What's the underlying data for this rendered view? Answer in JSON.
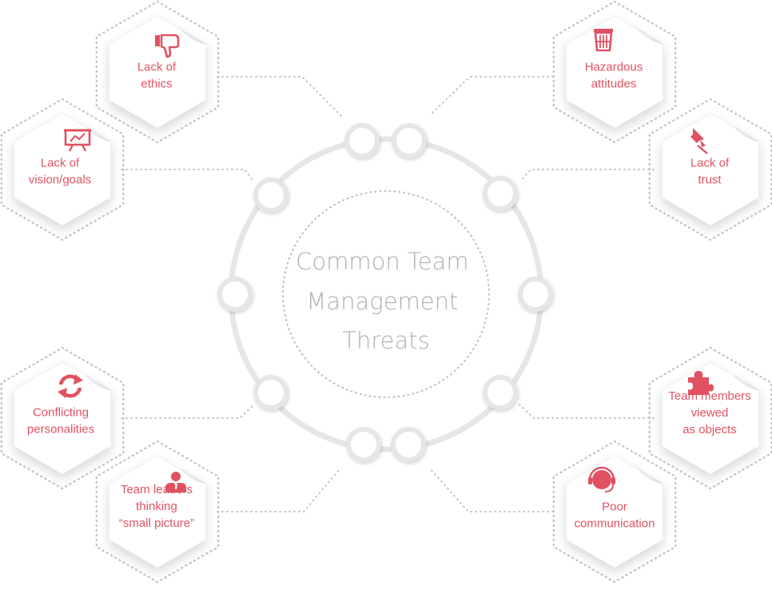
{
  "diagram": {
    "title_lines": [
      "Common Team",
      "Management",
      "Threats"
    ],
    "colors": {
      "accent": "#e05262",
      "ring": "#e6e6e6",
      "dots": "#c4c4c4",
      "title": "#b0b0b0",
      "hex_fill": "#ffffff"
    },
    "threats": [
      {
        "lines": [
          "Lack of",
          "ethics"
        ],
        "icon": "thumbs-down-icon"
      },
      {
        "lines": [
          "Lack of",
          "vision/goals"
        ],
        "icon": "presentation-board-icon"
      },
      {
        "lines": [
          "Conflicting",
          "personalities"
        ],
        "icon": "refresh-arrows-icon"
      },
      {
        "lines": [
          "Team leaders",
          "thinking",
          "“small picture”"
        ],
        "icon": "person-icon"
      },
      {
        "lines": [
          "Hazardous",
          "attitudes"
        ],
        "icon": "trash-bin-icon"
      },
      {
        "lines": [
          "Lack of",
          "trust"
        ],
        "icon": "push-pin-icon"
      },
      {
        "lines": [
          "Team members",
          "viewed",
          "as objects"
        ],
        "icon": "puzzle-piece-icon"
      },
      {
        "lines": [
          "Poor",
          "communication"
        ],
        "icon": "headset-icon"
      }
    ]
  }
}
